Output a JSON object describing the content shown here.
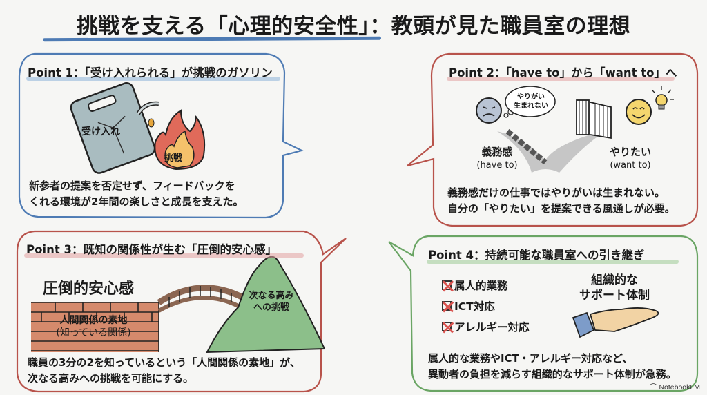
{
  "title": "挑戦を支える「心理的安全性」：教頭が見た職員室の理想",
  "colors": {
    "blue": "#4e7bb4",
    "red": "#b8534b",
    "green": "#6aa564",
    "brick": "#d58a6c",
    "mountain": "#8cbf8a"
  },
  "point1": {
    "heading": "Point 1：「受け入れられる」が挑戦のガソリン",
    "can_label": "受け入れ",
    "fire_label": "挑戦",
    "body": [
      "新参者の提案を否定せず、フィードバックを",
      "くれる環境が2年間の楽しさと成長を支えた。"
    ]
  },
  "point2": {
    "heading": "Point 2：「have to」から「want to」へ",
    "thought": [
      "やりがい",
      "生まれない"
    ],
    "left_label": "義務感",
    "left_sub": "(have to)",
    "right_label": "やりたい",
    "right_sub": "(want to)",
    "body": [
      "義務感だけの仕事ではやりがいは生まれない。",
      "自分の「やりたい」を提案できる風通しが必要。"
    ]
  },
  "point3": {
    "heading": "Point 3：既知の関係性が生む「圧倒的安心感」",
    "big_label": "圧倒的安心感",
    "wall_label": [
      "人間関係の素地",
      "(知っている関係)"
    ],
    "mountain_label": [
      "次なる高み",
      "への挑戦"
    ],
    "body": [
      "職員の3分の2を知っているという「人間関係の素地」が、",
      "次なる高みへの挑戦を可能にする。"
    ]
  },
  "point4": {
    "heading": "Point 4：持続可能な職員室への引き継ぎ",
    "checklist": [
      "属人的業務",
      "ICT対応",
      "アレルギー対応"
    ],
    "support_label": [
      "組織的な",
      "サポート体制"
    ],
    "body": [
      "属人的な業務やICT・アレルギー対応など、",
      "異動者の負担を減らす組織的なサポート体制が急務。"
    ]
  },
  "brand": "NotebookLM"
}
